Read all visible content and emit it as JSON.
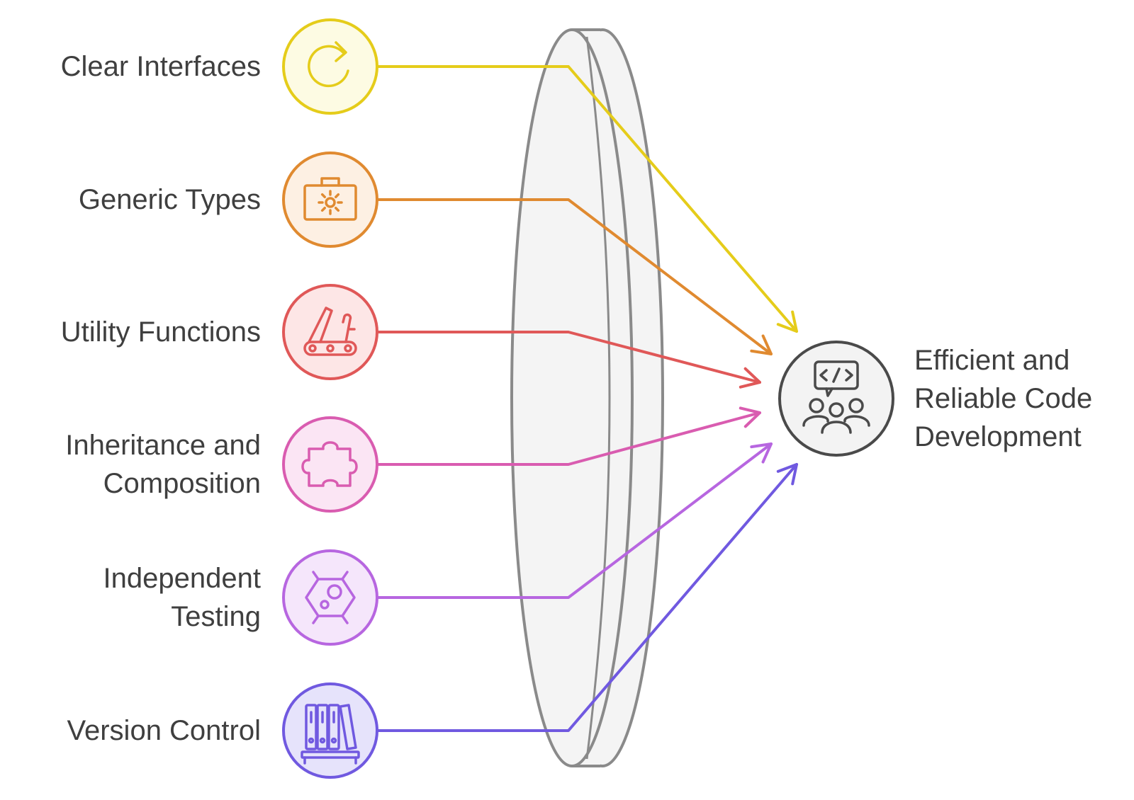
{
  "inputs": [
    {
      "lines": [
        "Clear Interfaces"
      ],
      "color": "#e5cc1a",
      "fill": "#fdfbe3",
      "icon": "refresh-arrow-icon"
    },
    {
      "lines": [
        "Generic Types"
      ],
      "color": "#e08a30",
      "fill": "#fdf0e3",
      "icon": "toolbox-gear-icon"
    },
    {
      "lines": [
        "Utility Functions"
      ],
      "color": "#e05858",
      "fill": "#fde6e6",
      "icon": "multitool-icon"
    },
    {
      "lines": [
        "Inheritance and",
        "Composition"
      ],
      "color": "#d95cb0",
      "fill": "#fbe5f4",
      "icon": "puzzle-piece-icon"
    },
    {
      "lines": [
        "Independent",
        "Testing"
      ],
      "color": "#b766e0",
      "fill": "#f5e6fb",
      "icon": "molecule-icon"
    },
    {
      "lines": [
        "Version Control"
      ],
      "color": "#7059e0",
      "fill": "#e6e3fb",
      "icon": "binders-shelf-icon"
    }
  ],
  "output": {
    "lines": [
      "Efficient and",
      "Reliable Code",
      "Development"
    ],
    "color": "#4a4a4a",
    "fill": "#f3f3f3",
    "icon": "team-code-icon"
  },
  "lens": {
    "stroke": "#8a8a8a",
    "fill": "#f4f4f4"
  }
}
